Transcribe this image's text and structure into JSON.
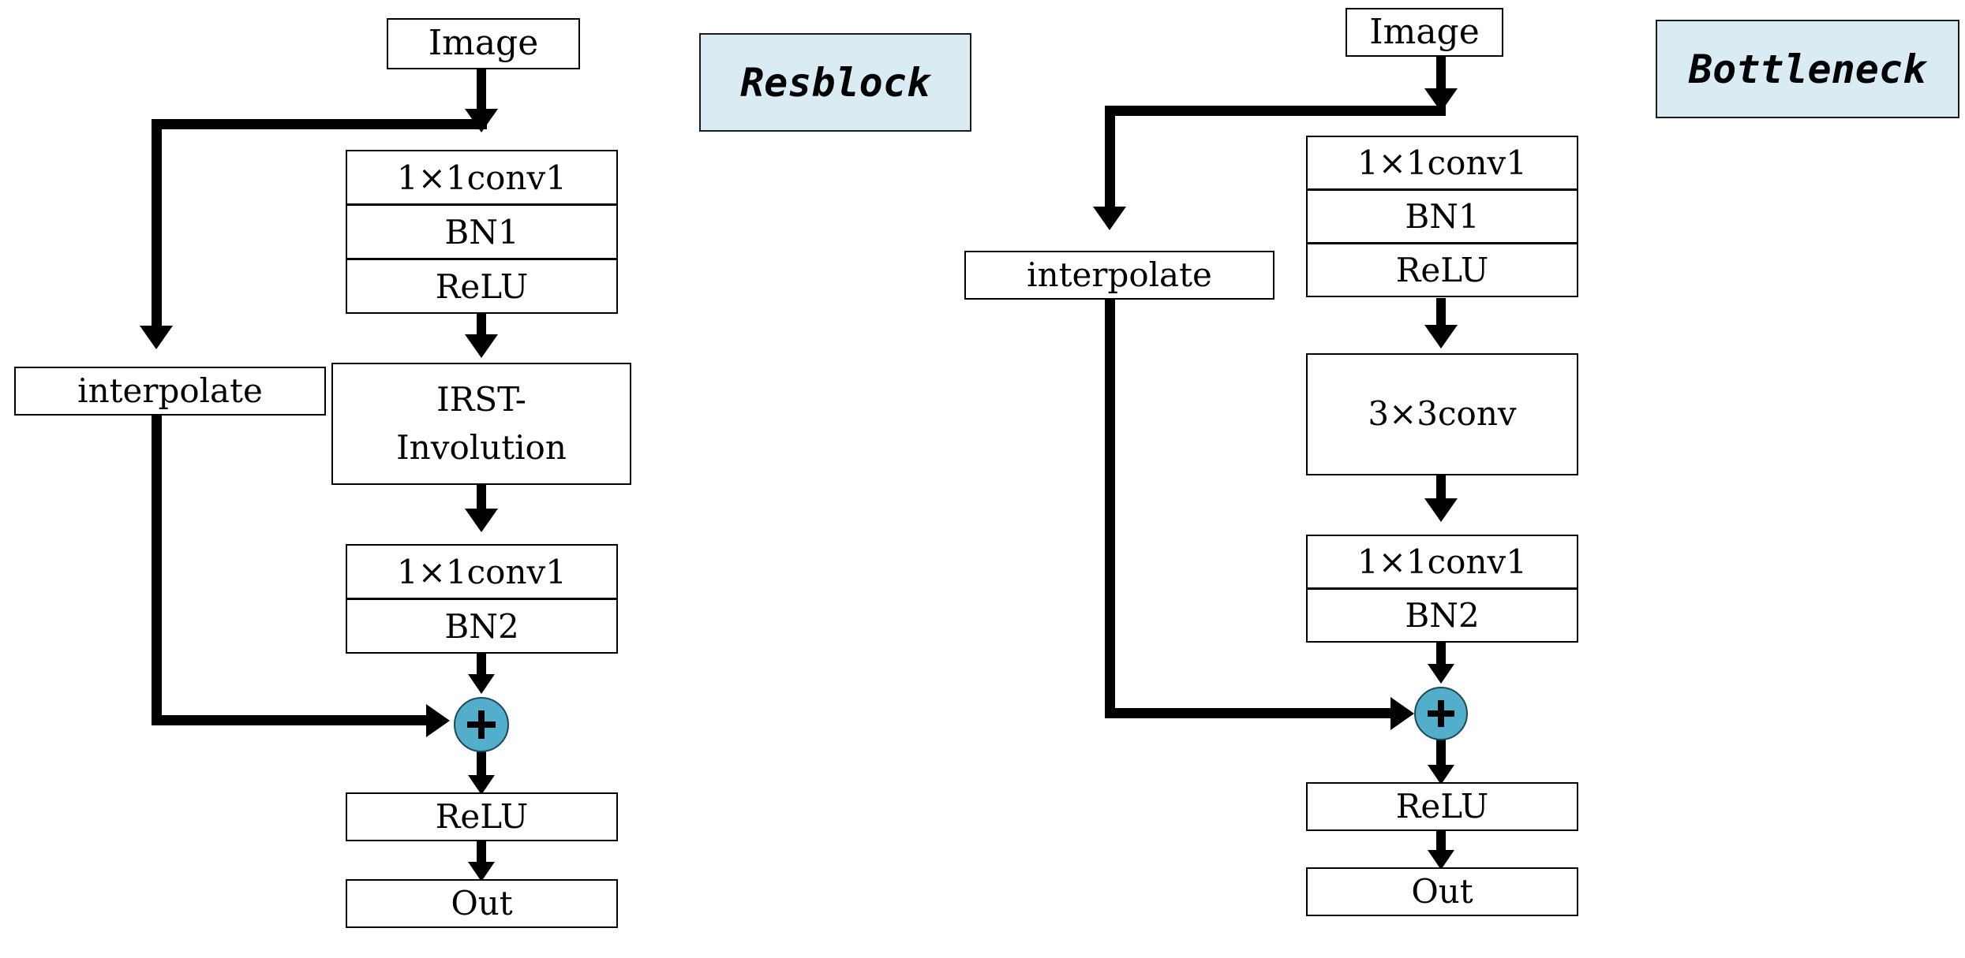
{
  "figure": {
    "background": "#ffffff",
    "line_color": "#000000",
    "sum_node_fill": "#52AECA",
    "sum_node_stroke": "#1C4A57",
    "chip_fill": "#D9EBF3",
    "chip_stroke": "#1A1A1A"
  },
  "labels": {
    "left_block": "Resblock",
    "right_block": "Bottleneck"
  },
  "left_diagram": {
    "title": "Resblock",
    "input": "Image",
    "skip_branch": "interpolate",
    "stack_top": [
      "1×1conv1",
      "BN1",
      "ReLU"
    ],
    "core": "IRST-\nInvolution",
    "core_line1": "IRST-",
    "core_line2": "Involution",
    "stack_bottom": [
      "1×1conv1",
      "BN2"
    ],
    "sum": "+",
    "activation": "ReLU",
    "output": "Out"
  },
  "right_diagram": {
    "title": "Bottleneck",
    "input": "Image",
    "skip_branch": "interpolate",
    "stack_top": [
      "1×1conv1",
      "BN1",
      "ReLU"
    ],
    "core": "3×3conv",
    "stack_bottom": [
      "1×1conv1",
      "BN2"
    ],
    "sum": "+",
    "activation": "ReLU",
    "output": "Out"
  },
  "chart_data": {
    "type": "diagram",
    "title": "Resblock and Bottleneck residual block architectures",
    "graphs": [
      {
        "name": "Resblock",
        "nodes": [
          "Image",
          "interpolate",
          "1×1conv1",
          "BN1",
          "ReLU",
          "IRST-Involution",
          "1×1conv1",
          "BN2",
          "+",
          "ReLU",
          "Out"
        ],
        "edges": [
          [
            "Image",
            "1×1conv1"
          ],
          [
            "Image",
            "interpolate"
          ],
          [
            "1×1conv1",
            "BN1"
          ],
          [
            "BN1",
            "ReLU"
          ],
          [
            "ReLU",
            "IRST-Involution"
          ],
          [
            "IRST-Involution",
            "1×1conv1"
          ],
          [
            "1×1conv1",
            "BN2"
          ],
          [
            "BN2",
            "+"
          ],
          [
            "interpolate",
            "+"
          ],
          [
            "+",
            "ReLU"
          ],
          [
            "ReLU",
            "Out"
          ]
        ]
      },
      {
        "name": "Bottleneck",
        "nodes": [
          "Image",
          "interpolate",
          "1×1conv1",
          "BN1",
          "ReLU",
          "3×3conv",
          "1×1conv1",
          "BN2",
          "+",
          "ReLU",
          "Out"
        ],
        "edges": [
          [
            "Image",
            "1×1conv1"
          ],
          [
            "Image",
            "interpolate"
          ],
          [
            "1×1conv1",
            "BN1"
          ],
          [
            "BN1",
            "ReLU"
          ],
          [
            "ReLU",
            "3×3conv"
          ],
          [
            "3×3conv",
            "1×1conv1"
          ],
          [
            "1×1conv1",
            "BN2"
          ],
          [
            "BN2",
            "+"
          ],
          [
            "interpolate",
            "+"
          ],
          [
            "+",
            "ReLU"
          ],
          [
            "ReLU",
            "Out"
          ]
        ]
      }
    ]
  }
}
